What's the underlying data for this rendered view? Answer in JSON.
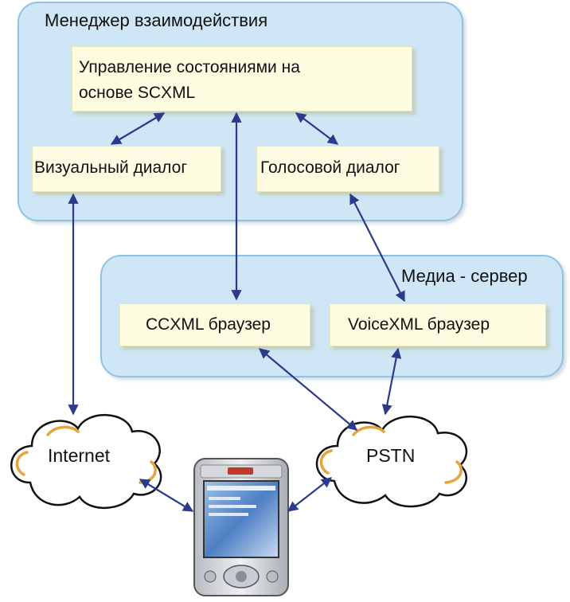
{
  "manager": {
    "title": "Менеджер взаимодействия",
    "state_control_line1": "Управление состояниями на",
    "state_control_line2": "основе SCXML",
    "visual_dialog": "Визуальный диалог",
    "voice_dialog": "Голосовой диалог"
  },
  "media_server": {
    "title": "Медиа - сервер",
    "ccxml_browser": "CCXML браузер",
    "voicexml_browser": "VoiceXML браузер"
  },
  "networks": {
    "internet": "Internet",
    "pstn": "PSTN"
  },
  "device": {
    "icon": "pda-device-icon"
  },
  "colors": {
    "panel_fill": "#cfe6f6",
    "panel_border": "#8fc3e6",
    "box_fill": "#fdfbe0",
    "arrow": "#2b3a8c",
    "cloud_outline": "#e8a33a"
  }
}
